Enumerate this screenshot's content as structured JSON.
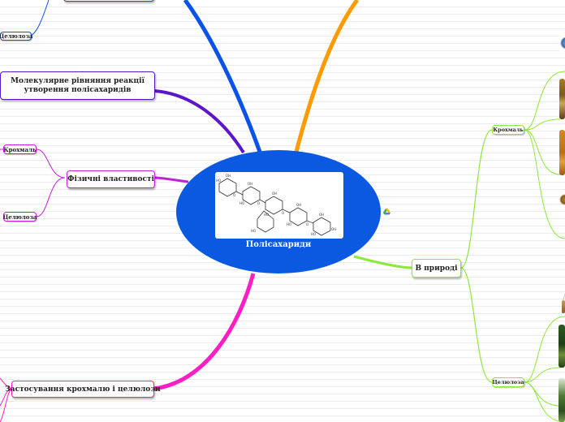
{
  "center": {
    "title": "Полісахариди"
  },
  "nodes": {
    "celulose_top": "Целюлоза",
    "equations": "Молекулярне рівняння реакції утворення полісахаридів",
    "starch_left": "Крохмаль",
    "physical": "Фізичні властивості",
    "celulose_left": "Целюлоза",
    "application": "Застосування крохмалю і целюлози",
    "nature": "В природі",
    "starch_right": "Крохмаль",
    "celulose_right": "Целюлоза"
  },
  "colors": {
    "blue": "#0a52ea",
    "orange": "#ff9a00",
    "purple": "#5b16c8",
    "magenta": "#c41fd8",
    "pink": "#ff1dc4",
    "green": "#8de83a"
  },
  "icons": [
    "google-drive-icon",
    "molecule-image",
    "plant-thumbnail"
  ]
}
